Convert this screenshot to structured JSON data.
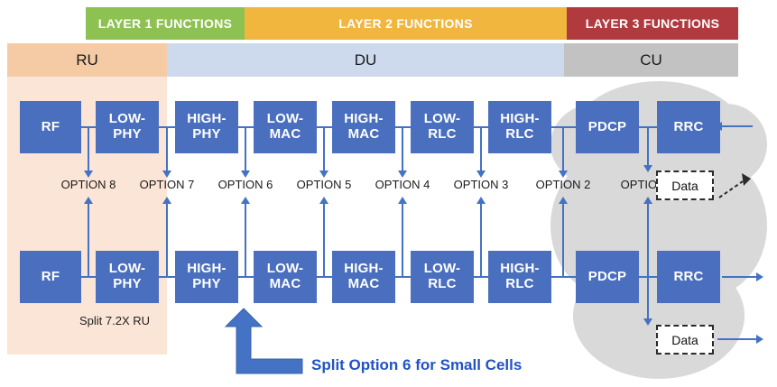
{
  "header": {
    "layer_labels": [
      "LAYER 1 FUNCTIONS",
      "LAYER 2 FUNCTIONS",
      "LAYER 3 FUNCTIONS"
    ]
  },
  "bands": [
    "RU",
    "DU",
    "CU"
  ],
  "box_labels": [
    "RF",
    "LOW-\nPHY",
    "HIGH-\nPHY",
    "LOW-\nMAC",
    "HIGH-\nMAC",
    "LOW-\nRLC",
    "HIGH-\nRLC",
    "PDCP",
    "RRC"
  ],
  "options": [
    "OPTION 8",
    "OPTION 7",
    "OPTION 6",
    "OPTION 5",
    "OPTION 4",
    "OPTION 3",
    "OPTION 2",
    "OPTION 1"
  ],
  "annotations": {
    "split_ru": "Split 7.2X RU",
    "split_small_cells": "Split Option 6 for Small Cells",
    "data": "Data"
  },
  "colors": {
    "layer1": "#8dc152",
    "layer2": "#f0b63e",
    "layer3": "#b13a3e",
    "ru_band": "#f5cba6",
    "ru_column": "#fbe5d6",
    "du_band": "#cdd9ed",
    "cu_band": "#c2c2c2",
    "cloud": "#d9d9d9",
    "box": "#4a6fbe",
    "arrow": "#4472c4",
    "highlight_text": "#2253c4"
  }
}
